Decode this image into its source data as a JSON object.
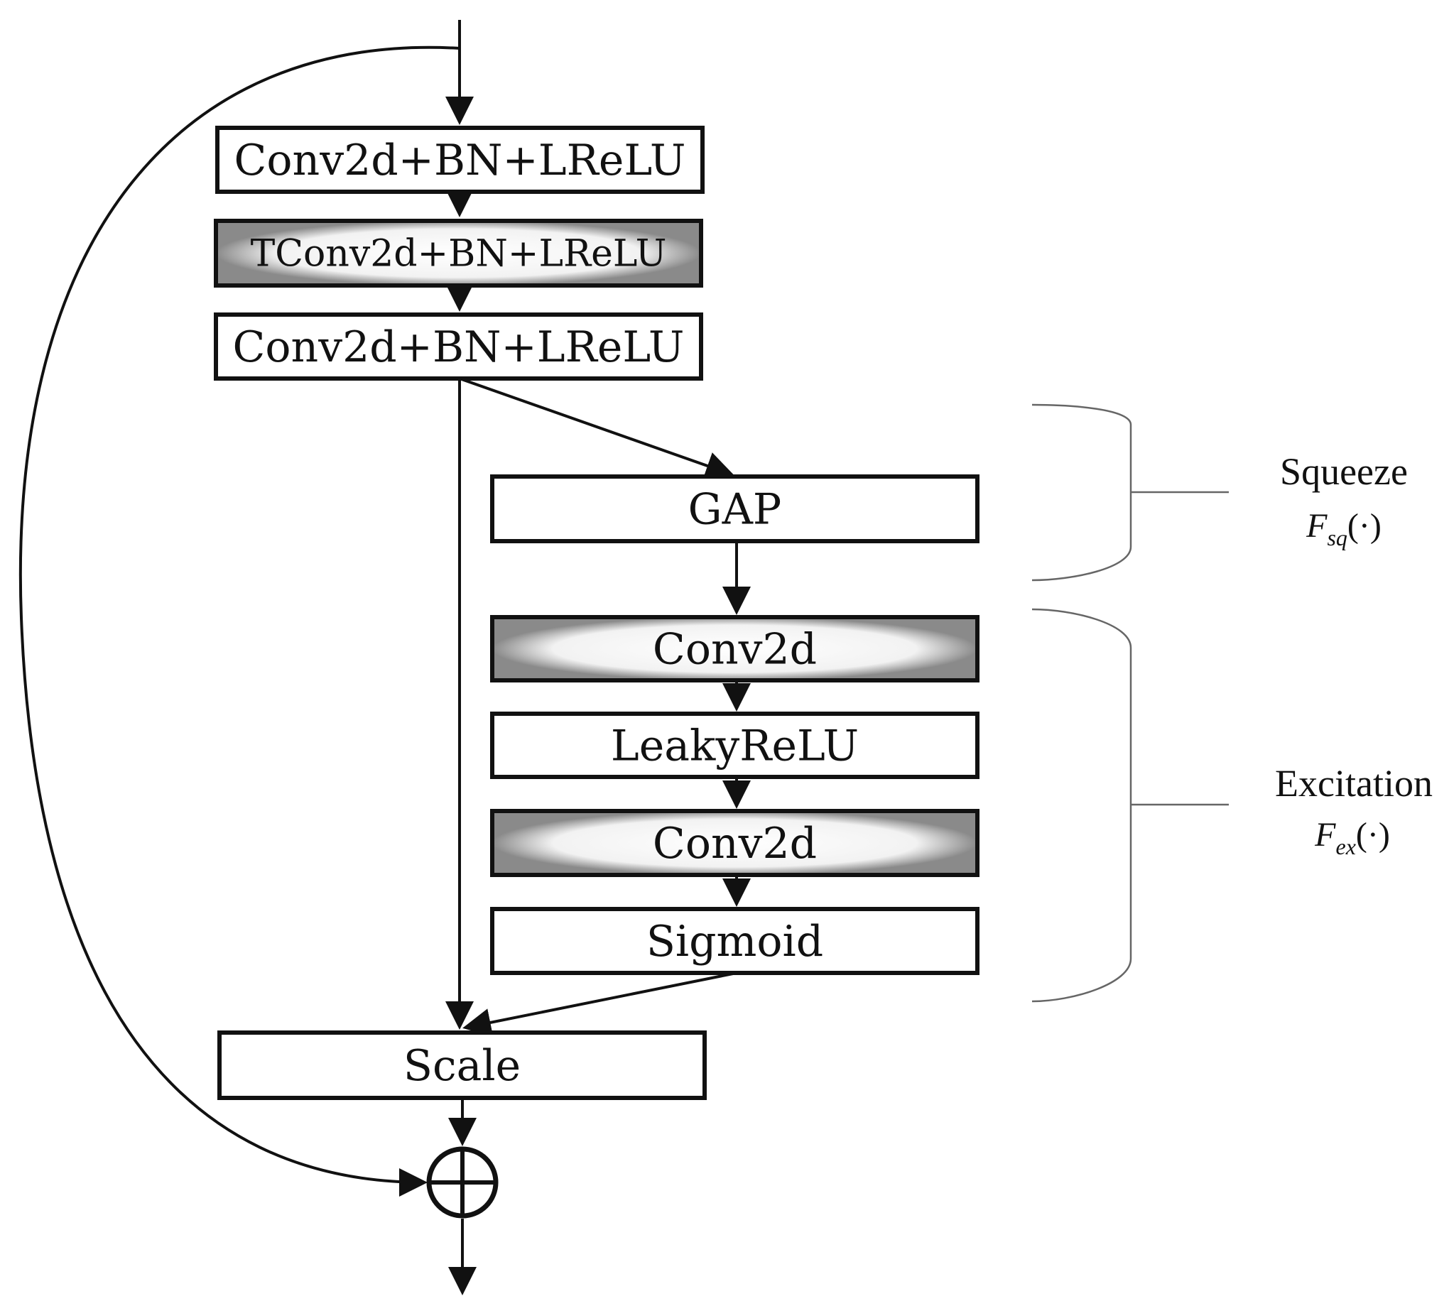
{
  "blocks": [
    {
      "id": "conv-bn-lrelu-1",
      "label": "Conv2d+BN+LReLU",
      "shaded": false
    },
    {
      "id": "tconv-bn-lrelu",
      "label": "TConv2d+BN+LReLU",
      "shaded": true
    },
    {
      "id": "conv-bn-lrelu-2",
      "label": "Conv2d+BN+LReLU",
      "shaded": false
    },
    {
      "id": "gap",
      "label": "GAP",
      "shaded": false
    },
    {
      "id": "conv2d-1",
      "label": "Conv2d",
      "shaded": true
    },
    {
      "id": "leaky-relu",
      "label": "LeakyReLU",
      "shaded": false
    },
    {
      "id": "conv2d-2",
      "label": "Conv2d",
      "shaded": true
    },
    {
      "id": "sigmoid",
      "label": "Sigmoid",
      "shaded": false
    },
    {
      "id": "scale",
      "label": "Scale",
      "shaded": false
    }
  ],
  "groups": {
    "squeeze": {
      "title": "Squeeze",
      "symbol": "F",
      "subscript": "sq",
      "suffix": "(·)"
    },
    "excitation": {
      "title": "Excitation",
      "symbol": "F",
      "subscript": "ex",
      "suffix": "(·)"
    }
  },
  "sum_node": {
    "symbol": "circled-plus"
  },
  "colors": {
    "stroke": "#111111",
    "bracket": "#666666",
    "shade_edge": "#8a8a8a",
    "shade_center": "#ffffff"
  }
}
